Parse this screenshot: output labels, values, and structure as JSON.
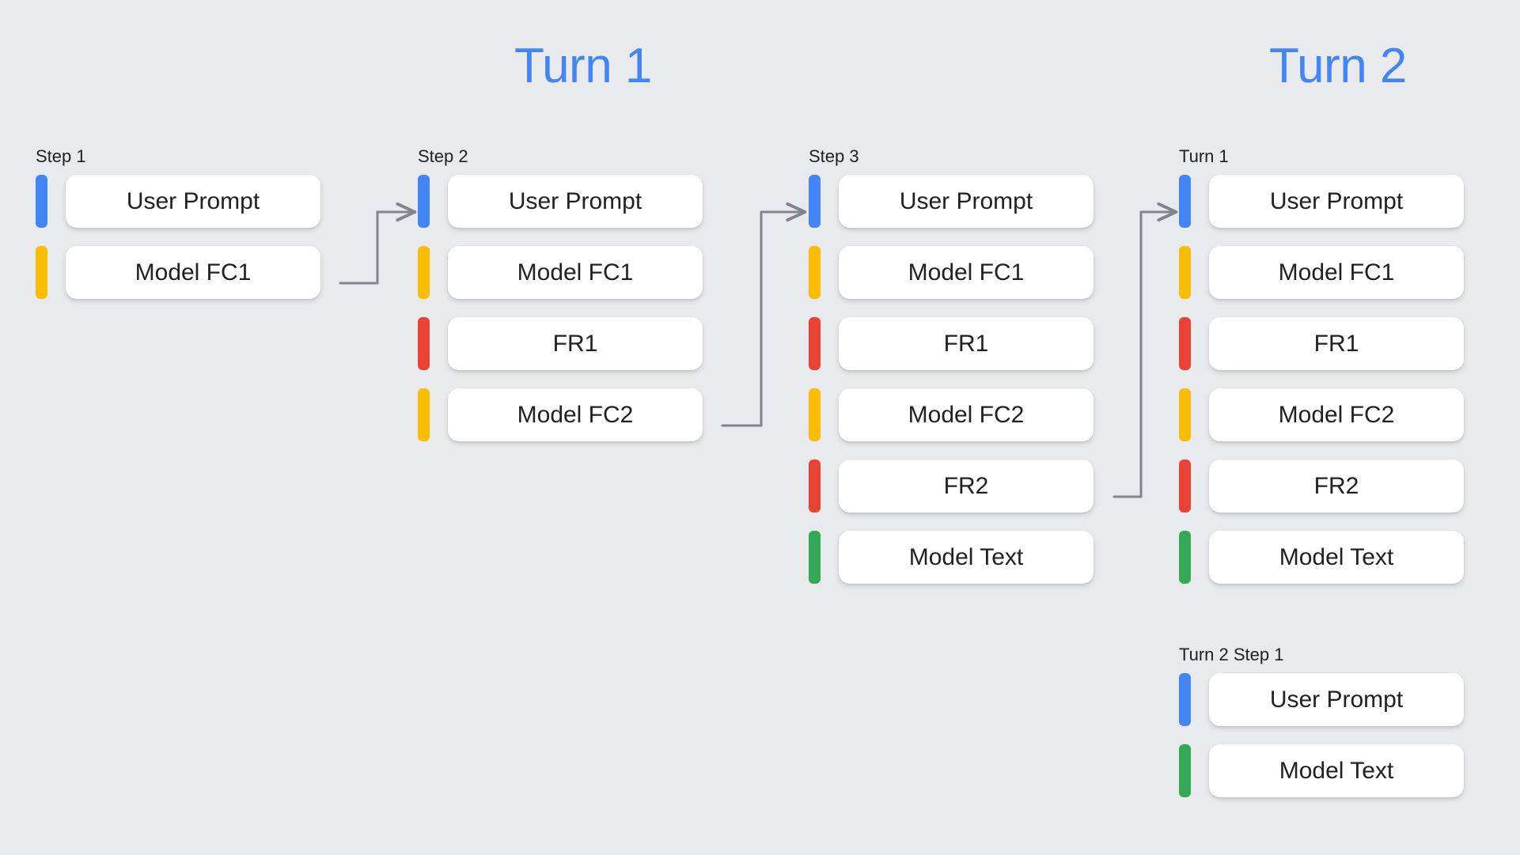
{
  "background_color": "#e8eaed",
  "titles": [
    {
      "label": "Turn 1",
      "color": "#4285f4"
    },
    {
      "label": "Turn 2",
      "color": "#4285f4"
    }
  ],
  "palette": {
    "blue": "#4285f4",
    "yellow": "#fbbc04",
    "red": "#ea4335",
    "green": "#34a853",
    "connector": "#80868b",
    "card": "#ffffff",
    "text": "#202124"
  },
  "legend": {
    "blue": "user-prompt",
    "yellow": "model-function-call",
    "red": "function-response",
    "green": "model-text"
  },
  "columns": [
    {
      "id": "step1",
      "label": "Step 1",
      "rows": [
        {
          "label": "User Prompt",
          "color": "#4285f4",
          "role": "user-prompt"
        },
        {
          "label": "Model FC1",
          "color": "#fbbc04",
          "role": "model-function-call"
        }
      ]
    },
    {
      "id": "step2",
      "label": "Step 2",
      "rows": [
        {
          "label": "User Prompt",
          "color": "#4285f4",
          "role": "user-prompt"
        },
        {
          "label": "Model FC1",
          "color": "#fbbc04",
          "role": "model-function-call"
        },
        {
          "label": "FR1",
          "color": "#ea4335",
          "role": "function-response"
        },
        {
          "label": "Model FC2",
          "color": "#fbbc04",
          "role": "model-function-call"
        }
      ]
    },
    {
      "id": "step3",
      "label": "Step 3",
      "rows": [
        {
          "label": "User Prompt",
          "color": "#4285f4",
          "role": "user-prompt"
        },
        {
          "label": "Model FC1",
          "color": "#fbbc04",
          "role": "model-function-call"
        },
        {
          "label": "FR1",
          "color": "#ea4335",
          "role": "function-response"
        },
        {
          "label": "Model FC2",
          "color": "#fbbc04",
          "role": "model-function-call"
        },
        {
          "label": "FR2",
          "color": "#ea4335",
          "role": "function-response"
        },
        {
          "label": "Model Text",
          "color": "#34a853",
          "role": "model-text"
        }
      ]
    },
    {
      "id": "turn1",
      "label": "Turn 1",
      "rows": [
        {
          "label": "User Prompt",
          "color": "#4285f4",
          "role": "user-prompt"
        },
        {
          "label": "Model FC1",
          "color": "#fbbc04",
          "role": "model-function-call"
        },
        {
          "label": "FR1",
          "color": "#ea4335",
          "role": "function-response"
        },
        {
          "label": "Model FC2",
          "color": "#fbbc04",
          "role": "model-function-call"
        },
        {
          "label": "FR2",
          "color": "#ea4335",
          "role": "function-response"
        },
        {
          "label": "Model Text",
          "color": "#34a853",
          "role": "model-text"
        }
      ]
    },
    {
      "id": "turn2step1",
      "label": "Turn 2 Step 1",
      "rows": [
        {
          "label": "User Prompt",
          "color": "#4285f4",
          "role": "user-prompt"
        },
        {
          "label": "Model Text",
          "color": "#34a853",
          "role": "model-text"
        }
      ]
    }
  ],
  "connectors": [
    {
      "id": "arrow-step1-to-step2",
      "from": "step1.Model FC1",
      "to": "step2.User Prompt"
    },
    {
      "id": "arrow-step2-to-step3",
      "from": "step2.Model FC2",
      "to": "step3.User Prompt"
    },
    {
      "id": "arrow-step3-to-turn1",
      "from": "step3.FR2",
      "to": "turn1.User Prompt"
    }
  ]
}
